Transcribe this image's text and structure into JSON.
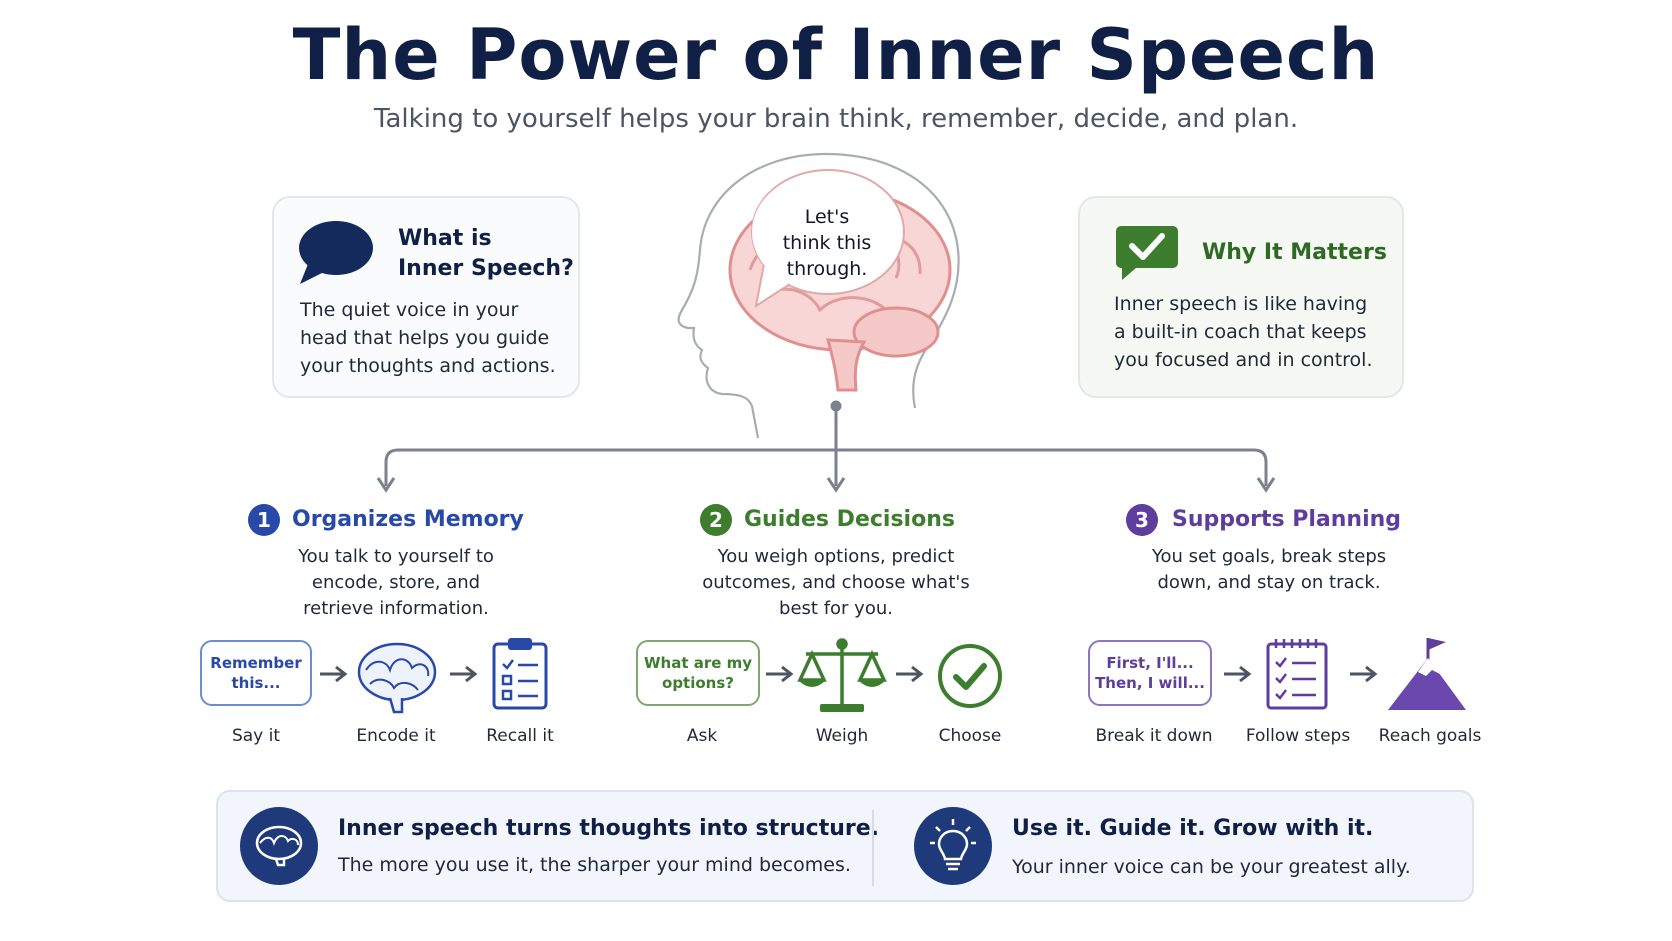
{
  "header": {
    "title": "The Power of Inner Speech",
    "subtitle": "Talking to yourself helps your brain think, remember, decide, and plan."
  },
  "left_card": {
    "title_line1": "What is",
    "title_line2": "Inner Speech?",
    "body": [
      "The quiet voice in your",
      "head that helps you guide",
      "your thoughts and actions."
    ],
    "icon": "speech-bubble-icon"
  },
  "center": {
    "bubble": [
      "Let's",
      "think this",
      "through."
    ]
  },
  "right_card": {
    "title": "Why It Matters",
    "body": [
      "Inner speech is like having",
      "a built-in coach that keeps",
      "you focused and in control."
    ],
    "icon": "checkmark-icon"
  },
  "sections": [
    {
      "number": "1",
      "title": "Organizes Memory",
      "color": "#2849a8",
      "desc": [
        "You talk to yourself to",
        "encode, store, and",
        "retrieve information."
      ],
      "bubble": [
        "Remember",
        "this..."
      ],
      "steps": [
        "Say it",
        "Encode it",
        "Recall it"
      ]
    },
    {
      "number": "2",
      "title": "Guides Decisions",
      "color": "#3d7d2e",
      "desc": [
        "You weigh options, predict",
        "outcomes, and choose what's",
        "best for you."
      ],
      "bubble": [
        "What are my",
        "options?"
      ],
      "steps": [
        "Ask",
        "Weigh",
        "Choose"
      ]
    },
    {
      "number": "3",
      "title": "Supports Planning",
      "color": "#5e3d9c",
      "desc": [
        "You set goals, break steps",
        "down, and stay on track."
      ],
      "bubble": [
        "First, I'll...",
        "Then, I will..."
      ],
      "steps": [
        "Break it down",
        "Follow steps",
        "Reach goals"
      ]
    }
  ],
  "footer": {
    "left_title": "Inner speech turns thoughts into structure.",
    "left_body": "The more you use it, the sharper your mind becomes.",
    "right_title": "Use it. Guide it. Grow with it.",
    "right_body": "Your inner voice can be your greatest ally.",
    "left_icon": "brain-icon",
    "right_icon": "lightbulb-icon"
  }
}
